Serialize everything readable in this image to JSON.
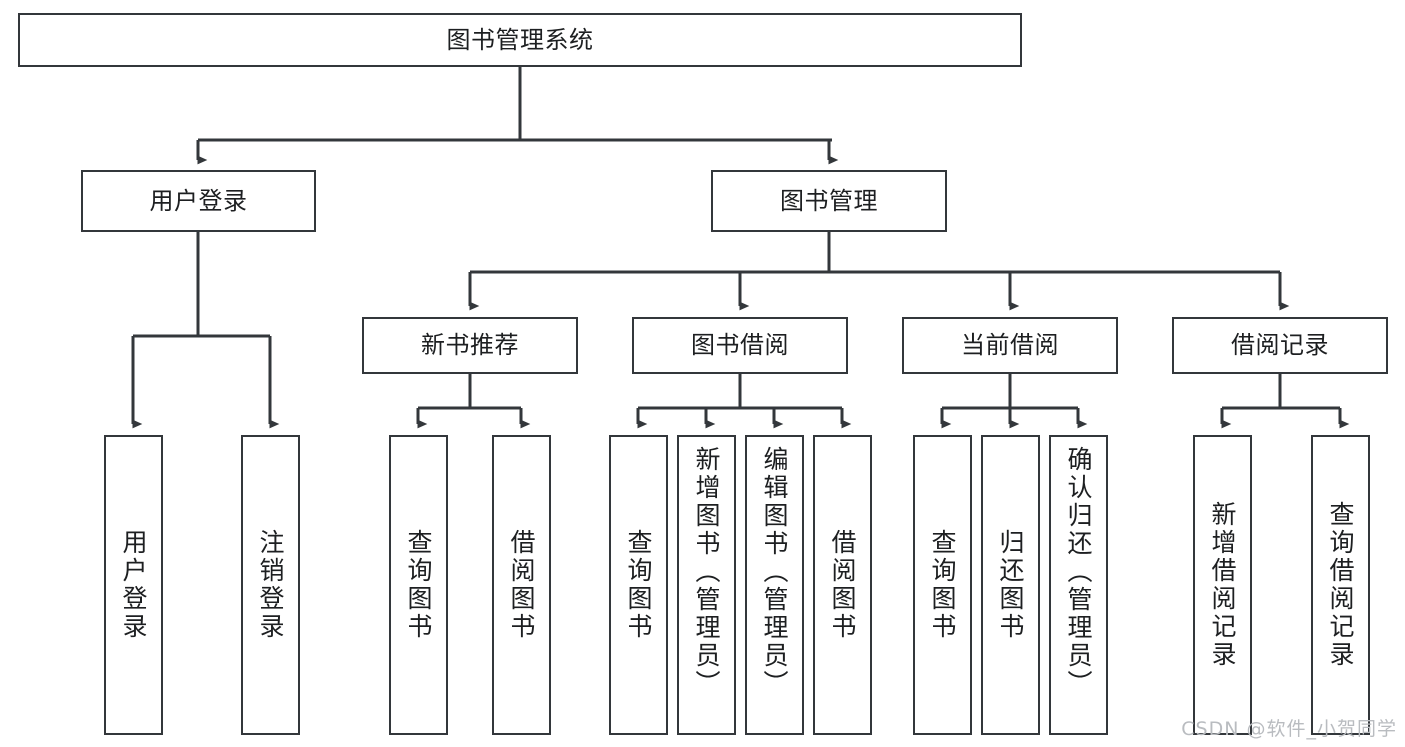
{
  "diagram": {
    "title": "图书管理系统",
    "type": "tree-hierarchy-chart",
    "root": {
      "label": "图书管理系统"
    },
    "level2": [
      {
        "label": "用户登录"
      },
      {
        "label": "图书管理"
      }
    ],
    "level3": [
      {
        "label": "新书推荐"
      },
      {
        "label": "图书借阅"
      },
      {
        "label": "当前借阅"
      },
      {
        "label": "借阅记录"
      }
    ],
    "leaves": {
      "user_login": [
        {
          "label": "用户登录"
        },
        {
          "label": "注销登录"
        }
      ],
      "new_book_recommend": [
        {
          "label": "查询图书"
        },
        {
          "label": "借阅图书"
        }
      ],
      "book_borrow": [
        {
          "label": "查询图书"
        },
        {
          "label": "新增图书（管理员）"
        },
        {
          "label": "编辑图书（管理员）"
        },
        {
          "label": "借阅图书"
        }
      ],
      "current_borrow": [
        {
          "label": "查询图书"
        },
        {
          "label": "归还图书"
        },
        {
          "label": "确认归还（管理员）"
        }
      ],
      "borrow_records": [
        {
          "label": "新增借阅记录"
        },
        {
          "label": "查询借阅记录"
        }
      ]
    }
  },
  "watermark": {
    "text": "CSDN @软件_小贺同学"
  },
  "colors": {
    "stroke": "#33373b",
    "fill": "#ffffff",
    "text": "#1d1f21",
    "watermark": "#b9bcc0"
  }
}
